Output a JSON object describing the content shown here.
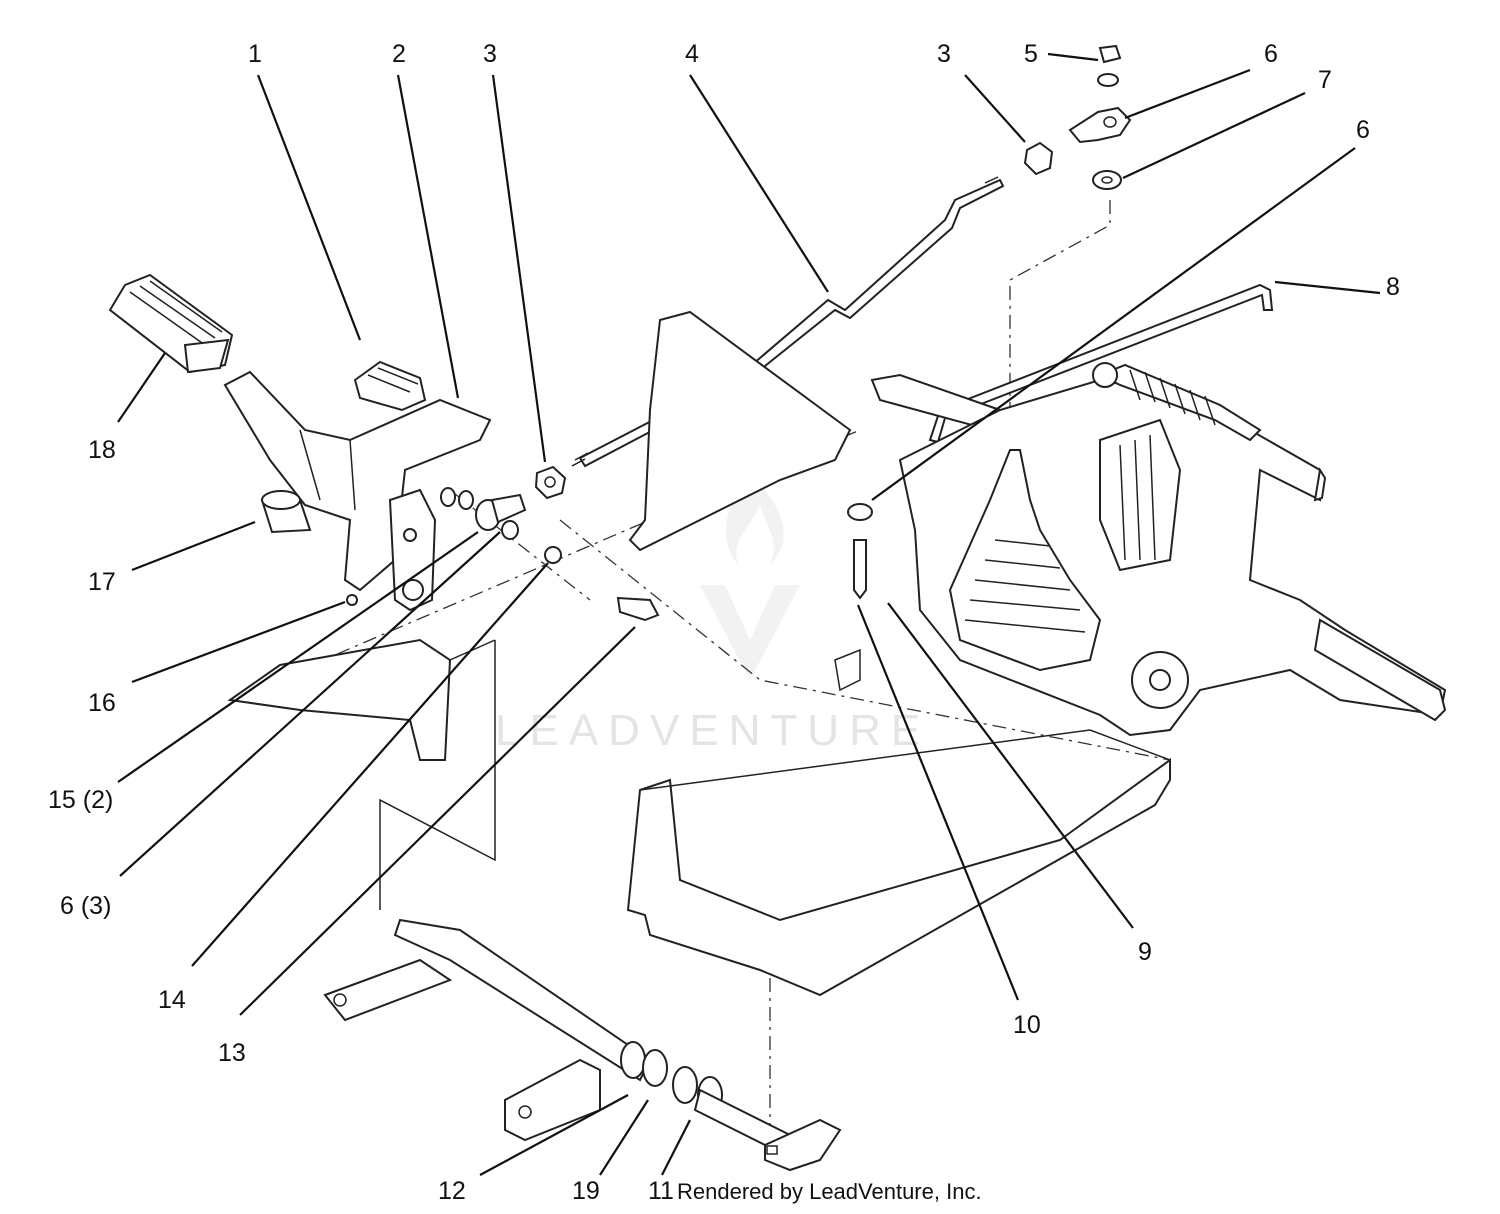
{
  "diagram": {
    "callouts": [
      "1",
      "2",
      "3",
      "4",
      "3",
      "5",
      "6",
      "7",
      "6",
      "8",
      "18",
      "17",
      "16",
      "15 (2)",
      "6 (3)",
      "14",
      "13",
      "12",
      "19",
      "11",
      "10",
      "9"
    ],
    "credit": "Rendered by LeadVenture, Inc.",
    "watermark": "LEADVENTURE",
    "watermark_logo": "LeadVenture flame and V logo"
  }
}
